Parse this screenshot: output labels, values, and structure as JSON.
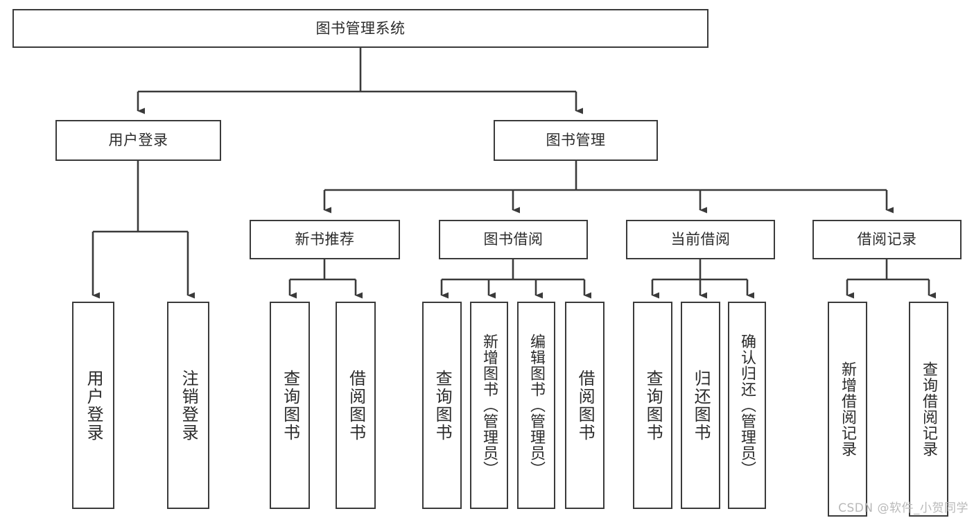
{
  "diagram": {
    "title": "图书管理系统",
    "type": "tree-hierarchy-chart",
    "line_color": "#3a3a3a",
    "box_fill": "#ffffff",
    "text_color": "#2b2b2b",
    "root": {
      "label": "图书管理系统"
    },
    "level2": [
      {
        "label": "用户登录"
      },
      {
        "label": "图书管理"
      }
    ],
    "level3": [
      {
        "label": "新书推荐"
      },
      {
        "label": "图书借阅"
      },
      {
        "label": "当前借阅"
      },
      {
        "label": "借阅记录"
      }
    ],
    "leaves": [
      {
        "label": "用户登录",
        "parent": "用户登录"
      },
      {
        "label": "注销登录",
        "parent": "用户登录"
      },
      {
        "label": "查询图书",
        "parent": "新书推荐"
      },
      {
        "label": "借阅图书",
        "parent": "新书推荐"
      },
      {
        "label": "查询图书",
        "parent": "图书借阅"
      },
      {
        "label": "新增图书（管理员）",
        "parent": "图书借阅"
      },
      {
        "label": "编辑图书（管理员）",
        "parent": "图书借阅"
      },
      {
        "label": "借阅图书",
        "parent": "图书借阅"
      },
      {
        "label": "查询图书",
        "parent": "当前借阅"
      },
      {
        "label": "归还图书",
        "parent": "当前借阅"
      },
      {
        "label": "确认归还（管理员）",
        "parent": "当前借阅"
      },
      {
        "label": "新增借阅记录",
        "parent": "借阅记录"
      },
      {
        "label": "查询借阅记录",
        "parent": "借阅记录"
      }
    ]
  },
  "watermark": {
    "text": "CSDN @软件_小贺同学"
  }
}
